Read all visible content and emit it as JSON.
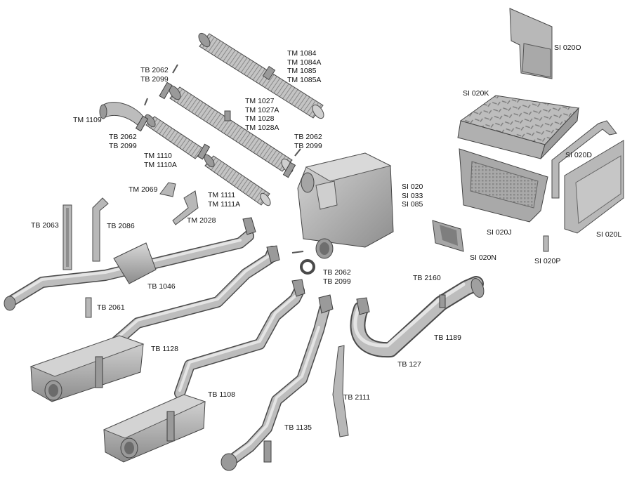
{
  "labels": [
    {
      "lines": [
        "TM 1084",
        "TM 1084A",
        "TM 1085",
        "TM 1085A"
      ]
    },
    {
      "lines": [
        "TB 2062",
        "TB 2099"
      ]
    },
    {
      "lines": [
        "TM 1027",
        "TM 1027A",
        "TM 1028",
        "TM 1028A"
      ]
    },
    {
      "lines": [
        "TM 1109"
      ]
    },
    {
      "lines": [
        "TB 2062",
        "TB 2099"
      ]
    },
    {
      "lines": [
        "TM 1110",
        "TM 1110A"
      ]
    },
    {
      "lines": [
        "TB 2062",
        "TB 2099"
      ]
    },
    {
      "lines": [
        "SI 020",
        "SI 033",
        "SI 085"
      ]
    },
    {
      "lines": [
        "TM 2069"
      ]
    },
    {
      "lines": [
        "TM 1111",
        "TM 1111A"
      ]
    },
    {
      "lines": [
        "TM 2028"
      ]
    },
    {
      "lines": [
        "TB 2063"
      ]
    },
    {
      "lines": [
        "TB 2086"
      ]
    },
    {
      "lines": [
        "TB 1046"
      ]
    },
    {
      "lines": [
        "TB 2061"
      ]
    },
    {
      "lines": [
        "TB 2062",
        "TB 2099"
      ]
    },
    {
      "lines": [
        "TB 2160"
      ]
    },
    {
      "lines": [
        "TB 1128"
      ]
    },
    {
      "lines": [
        "TB 1189"
      ]
    },
    {
      "lines": [
        "TB 127"
      ]
    },
    {
      "lines": [
        "TB 1108"
      ]
    },
    {
      "lines": [
        "TB 2111"
      ]
    },
    {
      "lines": [
        "TB 1135"
      ]
    },
    {
      "lines": [
        "SI 020O"
      ]
    },
    {
      "lines": [
        "SI 020K"
      ]
    },
    {
      "lines": [
        "SI 020D"
      ]
    },
    {
      "lines": [
        "SI 020J"
      ]
    },
    {
      "lines": [
        "SI 020L"
      ]
    },
    {
      "lines": [
        "SI 020N"
      ]
    },
    {
      "lines": [
        "SI 020P"
      ]
    }
  ],
  "colors": {
    "background": "#ffffff",
    "metal": "#b8b8b8",
    "metal_dark": "#9a9a9a",
    "metal_light": "#d2d2d2",
    "outline": "#4a4a4a",
    "text": "#111111"
  }
}
